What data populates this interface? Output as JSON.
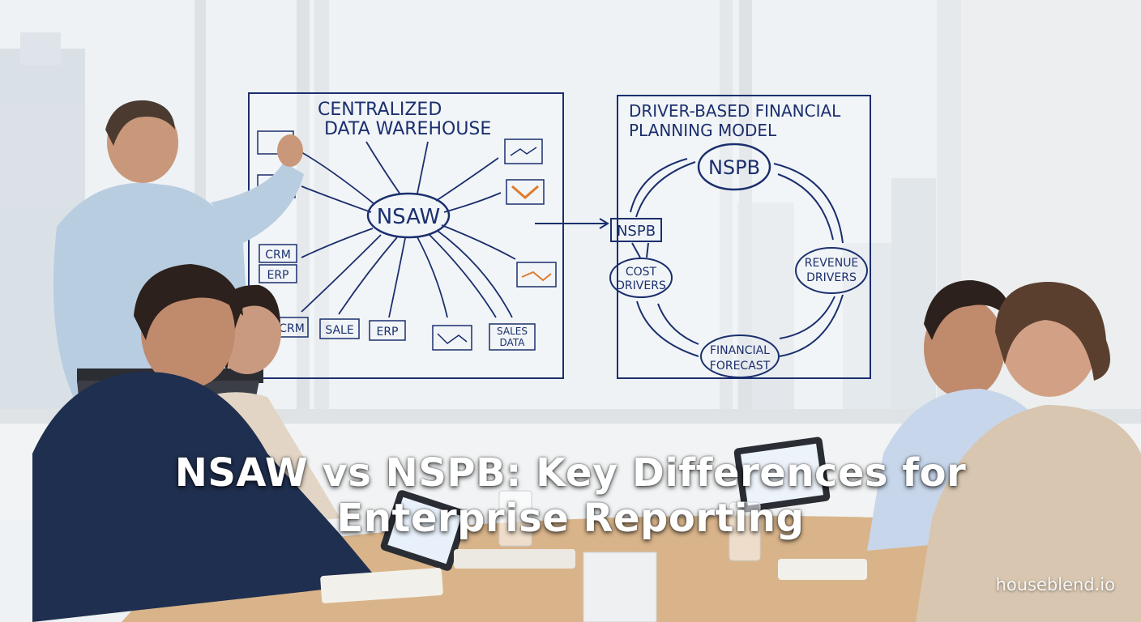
{
  "headline": {
    "line1": "NSAW vs NSPB: Key Differences for",
    "line2": "Enterprise Reporting"
  },
  "watermark": "houseblend.io",
  "whiteboard_left": {
    "title_line1": "CENTRALIZED",
    "title_line2": "DATA WAREHOUSE",
    "hub": "NSAW",
    "nodes": {
      "crm_1": "CRM",
      "erp_1": "ERP",
      "crm_2": "CRM",
      "sale": "SALE",
      "erp_2": "ERP",
      "sales_data_1": "SALES",
      "sales_data_2": "DATA"
    }
  },
  "whiteboard_right": {
    "title_line1": "DRIVER-BASED FINANCIAL",
    "title_line2": "PLANNING MODEL",
    "top_node": "NSPB",
    "left_node": "NSPB",
    "cost_1": "COST",
    "cost_2": "DRIVERS",
    "revenue_1": "REVENUE",
    "revenue_2": "DRIVERS",
    "forecast_1": "FINANCIAL",
    "forecast_2": "FORECAST"
  },
  "colors": {
    "ink": "#1b2f6e",
    "headline_text": "#ffffff",
    "window_light": "#f2f5f7",
    "frame": "#dfe3e6",
    "table": "#d9b48a"
  }
}
